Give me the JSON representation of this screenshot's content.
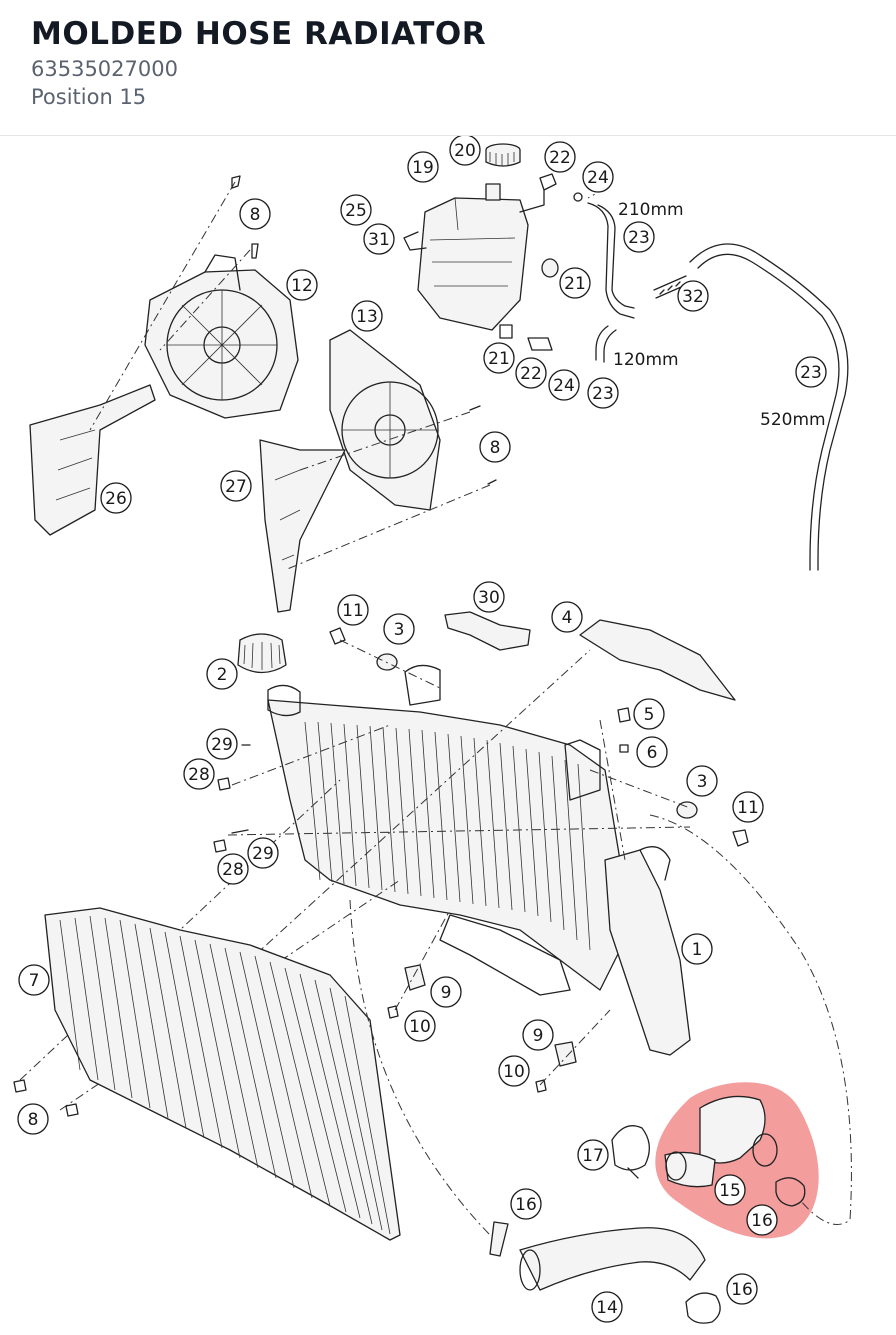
{
  "header": {
    "title": "MOLDED HOSE RADIATOR",
    "part_number": "63535027000",
    "position_label": "Position 15"
  },
  "diagram": {
    "highlight_color": "#ee6f6f",
    "callouts": [
      {
        "label": "20"
      },
      {
        "label": "19"
      },
      {
        "label": "22"
      },
      {
        "label": "24"
      },
      {
        "label": "8"
      },
      {
        "label": "25"
      },
      {
        "label": "31"
      },
      {
        "label": "23"
      },
      {
        "label": "21"
      },
      {
        "label": "32"
      },
      {
        "label": "12"
      },
      {
        "label": "13"
      },
      {
        "label": "21"
      },
      {
        "label": "22"
      },
      {
        "label": "24"
      },
      {
        "label": "23"
      },
      {
        "label": "23"
      },
      {
        "label": "8"
      },
      {
        "label": "27"
      },
      {
        "label": "26"
      },
      {
        "label": "11"
      },
      {
        "label": "30"
      },
      {
        "label": "4"
      },
      {
        "label": "3"
      },
      {
        "label": "2"
      },
      {
        "label": "5"
      },
      {
        "label": "29"
      },
      {
        "label": "6"
      },
      {
        "label": "28"
      },
      {
        "label": "3"
      },
      {
        "label": "11"
      },
      {
        "label": "29"
      },
      {
        "label": "28"
      },
      {
        "label": "1"
      },
      {
        "label": "7"
      },
      {
        "label": "9"
      },
      {
        "label": "10"
      },
      {
        "label": "9"
      },
      {
        "label": "10"
      },
      {
        "label": "8"
      },
      {
        "label": "17"
      },
      {
        "label": "15"
      },
      {
        "label": "16"
      },
      {
        "label": "16"
      },
      {
        "label": "14"
      },
      {
        "label": "16"
      }
    ],
    "dimensions": [
      {
        "label": "210mm"
      },
      {
        "label": "120mm"
      },
      {
        "label": "520mm"
      }
    ]
  }
}
